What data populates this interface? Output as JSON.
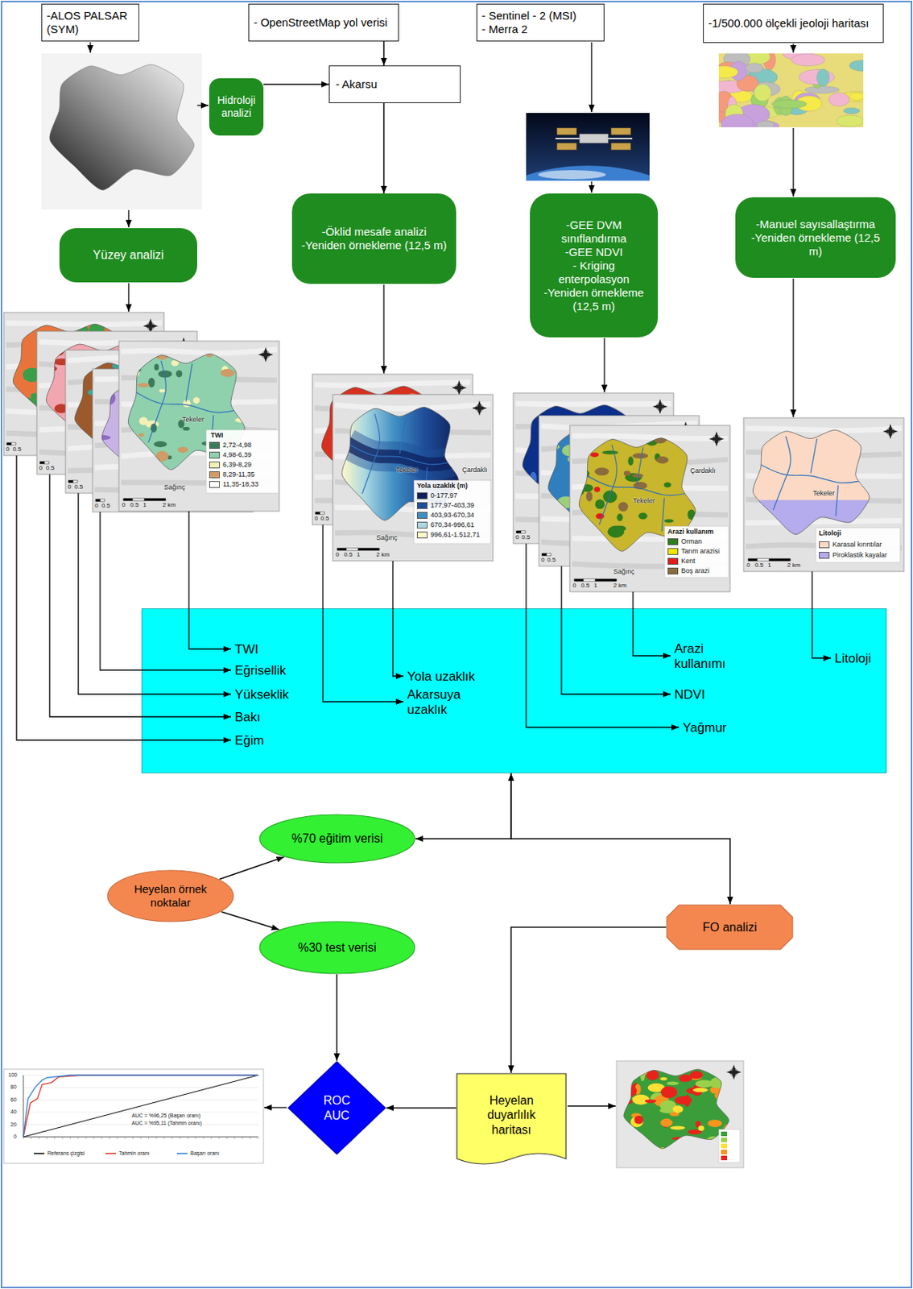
{
  "diagram": {
    "nodes": [
      {
        "text": [
          "-ALOS PALSAR (SYM)"
        ]
      },
      {
        "text": [
          "- OpenStreetMap yol verisi"
        ]
      },
      {
        "text": [
          "- Sentinel - 2 (MSI)",
          "- Merra 2"
        ]
      },
      {
        "text": [
          "-1/500.000 ölçekli jeoloji haritası"
        ]
      },
      {
        "text": [
          "Hidroloji analizi"
        ]
      },
      {
        "text": [
          "- Akarsu"
        ]
      },
      {
        "text": [
          "Yüzey analizi"
        ]
      },
      {
        "text": [
          "-Öklid mesafe analizi",
          "-Yeniden örnekleme (12,5 m)"
        ]
      },
      {
        "text": [
          "-GEE DVM sınıflandırma",
          "-GEE NDVI",
          "- Kriging enterpolasyon",
          "-Yeniden örnekleme (12,5 m)"
        ]
      },
      {
        "text": [
          "-Manuel sayısallaştırma",
          "-Yeniden örnekleme (12,5 m)"
        ]
      },
      {
        "text": [
          "TWI",
          "Eğrisellik",
          "Yükseklik",
          "Bakı",
          "Eğim",
          "Yola uzaklık",
          "Akarsuya uzaklık",
          "Arazi kullanımı",
          "NDVI",
          "Yağmur",
          "Litoloji"
        ]
      },
      {
        "text": [
          "%70 eğitim verisi"
        ]
      },
      {
        "text": [
          "Heyelan örnek noktalar"
        ]
      },
      {
        "text": [
          "%30 test verisi"
        ]
      },
      {
        "text": [
          "FO analizi"
        ]
      },
      {
        "text": [
          "ROC AUC"
        ]
      },
      {
        "text": [
          "Heyelan duyarlılık haritası"
        ]
      }
    ],
    "edges": [
      {
        "from": 4,
        "to": 5,
        "arrow": "to"
      },
      {
        "from": 1,
        "to": 5,
        "arrow": "to"
      },
      {
        "from": 5,
        "to": 7,
        "arrow": "to"
      },
      {
        "from": 11,
        "to": 10,
        "arrow": "both"
      },
      {
        "from": 10,
        "to": 14,
        "arrow": "to"
      },
      {
        "from": 12,
        "to": 11,
        "arrow": "to"
      },
      {
        "from": 12,
        "to": 13,
        "arrow": "to"
      },
      {
        "from": 13,
        "to": 15,
        "arrow": "to"
      },
      {
        "from": 14,
        "to": 16,
        "arrow": "to"
      },
      {
        "from": 16,
        "to": 15,
        "arrow": "to"
      }
    ],
    "labels": [
      "0",
      "0.5",
      "0",
      "0.5",
      "0",
      "0.5",
      "0",
      "0.5",
      "Tekeler",
      "Sağınç",
      "0",
      "0.5",
      "1",
      "2 km",
      "TWI",
      "0",
      "0.5",
      "Tekeler",
      "Çardaklı",
      "Sağınç",
      "0",
      "0.5",
      "1",
      "2 km",
      "Yola uzaklık (m)",
      "0",
      "0.5",
      "0",
      "0.5",
      "Tekeler",
      "Çardaklı",
      "Sağınç",
      "0",
      "0.5",
      "1",
      "2 km",
      "Arazi kullanım",
      "Tekeler",
      "0",
      "0.5",
      "1",
      "2 km",
      "Litoloji",
      "100",
      "80",
      "60",
      "40",
      "20",
      "0",
      "AUC = %96,25 (Başarı oranı)",
      "AUC = %95,11 (Tahmin oranı)"
    ],
    "legend": [
      {
        "text": "2,72-4,98",
        "color": "#3d7a5a"
      },
      {
        "text": "4,98-6,39",
        "color": "#8fd0ad"
      },
      {
        "text": "6,39-8,29",
        "color": "#f5f0b5"
      },
      {
        "text": "8,29-11,35",
        "color": "#cf9b66"
      },
      {
        "text": "11,35-18,33",
        "color": "#ffffff"
      },
      {
        "text": "0-177,97",
        "color": "#0d1f5c"
      },
      {
        "text": "177,97-403,39",
        "color": "#1f4f9a"
      },
      {
        "text": "403,93-670,34",
        "color": "#3f8fc4"
      },
      {
        "text": "670,34-996,61",
        "color": "#a9d7e0"
      },
      {
        "text": "996,61-1.512,71",
        "color": "#fff9c8"
      },
      {
        "text": "Orman",
        "color": "#2e7d1e"
      },
      {
        "text": "Tarım arazisi",
        "color": "#f2e600"
      },
      {
        "text": "Kent",
        "color": "#e31a1c"
      },
      {
        "text": "Boş arazi",
        "color": "#8b6b3d"
      },
      {
        "text": "Karasal kırıntılar",
        "color": "#fbd9c4"
      },
      {
        "text": "Piroklastik kayalar",
        "color": "#b4acec"
      },
      {
        "text": "Referans çizgisi"
      },
      {
        "text": "Tahmin oranı"
      },
      {
        "text": "Başarı oranı"
      }
    ]
  }
}
